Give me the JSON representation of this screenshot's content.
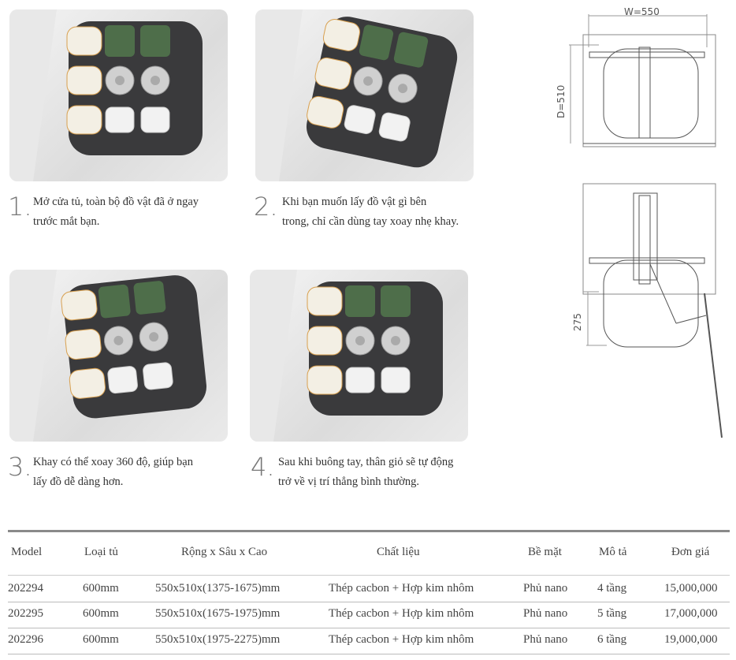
{
  "steps": [
    {
      "number": "1.",
      "lines": [
        "Mở cửa tủ, toàn bộ đồ vật đã ở ngay",
        "trước mắt bạn."
      ]
    },
    {
      "number": "2.",
      "lines": [
        "Khi bạn muốn lấy đồ vật gì bên",
        "trong, chỉ cần dùng tay xoay nhẹ khay."
      ]
    },
    {
      "number": "3.",
      "lines": [
        "Khay có thể xoay 360 độ, giúp bạn",
        "lấy đồ dễ dàng hơn."
      ]
    },
    {
      "number": "4.",
      "lines": [
        "Sau khi buông tay, thân giỏ sẽ tự động",
        "trở về vị trí thẳng bình thường."
      ]
    }
  ],
  "drawing": {
    "width_label": "W=550",
    "depth_label": "D=510",
    "height_label": "275"
  },
  "table": {
    "headers": [
      "Model",
      "Loại tủ",
      "Rộng x Sâu x Cao",
      "Chất liệu",
      "Bề mặt",
      "Mô tả",
      "Đơn giá"
    ],
    "rows": [
      [
        "202294",
        "600mm",
        "550x510x(1375-1675)mm",
        "Thép cacbon + Hợp kim nhôm",
        "Phủ nano",
        "4 tầng",
        "15,000,000"
      ],
      [
        "202295",
        "600mm",
        "550x510x(1675-1975)mm",
        "Thép cacbon + Hợp kim nhôm",
        "Phủ nano",
        "5 tầng",
        "17,000,000"
      ],
      [
        "202296",
        "600mm",
        "550x510x(1975-2275)mm",
        "Thép cacbon + Hợp kim nhôm",
        "Phủ nano",
        "6 tầng",
        "19,000,000"
      ]
    ]
  },
  "colors": {
    "tray": "#3a3a3c",
    "jar": "#4e6e4a",
    "table_rule": "#8a8a8a"
  }
}
